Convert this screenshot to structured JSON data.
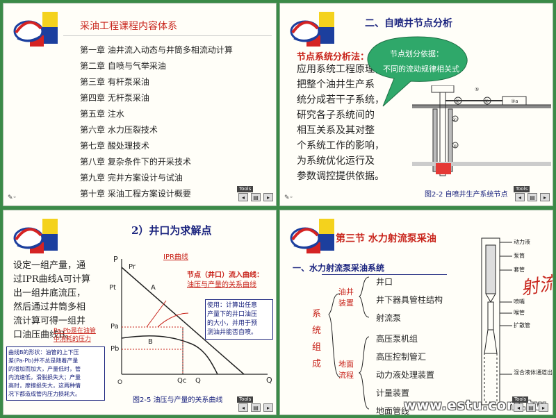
{
  "slide1": {
    "title": "采油工程课程内容体系",
    "chapters": [
      "第一章  油井流入动态与井筒多相流动计算",
      "第二章  自喷与气举采油",
      "第三章  有杆泵采油",
      "第四章  无杆泵采油",
      "第五章  注水",
      "第六章  水力压裂技术",
      "第七章  酸处理技术",
      "第八章  复杂条件下的开采技术",
      "第九章  完井方案设计与试油",
      "第十章  采油工程方案设计概要"
    ]
  },
  "slide2": {
    "title": "二、自喷井节点分析",
    "subtitle": "节点系统分析法：",
    "body": [
      "应用系统工程原理，",
      "把整个油井生产系",
      "统分成若干子系统，",
      "研究各子系统间的",
      "相互关系及其对整",
      "个系统工作的影响，",
      "为系统优化运行及",
      "参数调控提供依据。"
    ],
    "bubble_line1": "节点划分依据：",
    "bubble_line2": "不同的流动规律相关式",
    "figure_caption": "图2-2   自喷井生产系统节点",
    "labels": [
      "①",
      "②",
      "③",
      "④",
      "⑤",
      "⑥",
      "③a"
    ]
  },
  "slide3": {
    "title": "2）井口为求解点",
    "body": [
      "设定一组产量，通",
      "过IPR曲线A可计算",
      "出一组井底流压，",
      "然后通过井筒多相",
      "流计算可得一组井",
      "口油压曲线B。"
    ],
    "ipr_label": "IPR曲线",
    "node_label_line1": "节点（井口）流入曲线：",
    "node_label_line2": "油压与产量的关系曲线",
    "usage_note": [
      "使用：计算出任意",
      "产量下的井口油压",
      "的大小，并用于预",
      "测油井能否自喷。"
    ],
    "pa_pb_note": [
      "Pa-Pb是在油管",
      "中消耗的压力"
    ],
    "curve_b_note": [
      "曲线B的形状：油管的上下压",
      "差(Pa-Pb)并不总是随着产量",
      "的增加而加大，产量低时，管",
      "内流速低，滑脱损失大；产量",
      "高时，摩擦损失大，这两种情",
      "况下都造成管内压力损耗大。"
    ],
    "axis_p": "P",
    "axis_q": "Q",
    "axis_o": "O",
    "tick_pr": "Pr",
    "tick_pt": "Pt",
    "tick_pa": "Pa",
    "tick_pb": "Pb",
    "tick_qc": "Qc",
    "tick_q": "Q",
    "curve_a": "A",
    "curve_b": "B",
    "figure_caption": "图2-5   油压与产量的关系曲线"
  },
  "slide4": {
    "title": "第三节  水力射流泵采油",
    "section": "一、水力射流泵采油系统",
    "group_label_1": [
      "油井",
      "装置"
    ],
    "group_label_2": [
      "地面",
      "流程"
    ],
    "system_label": [
      "系",
      "统",
      "组",
      "成"
    ],
    "items_1": [
      "井口",
      "井下器具管柱结构",
      "射流泵"
    ],
    "items_2": [
      "高压泵机组",
      "高压控制管汇",
      "动力液处理装置",
      "计量装置",
      "地面管线"
    ],
    "diagram_labels": [
      "动力液",
      "泵筒",
      "套管",
      "喷嘴",
      "喉管",
      "扩散管",
      "混合液体通道出口"
    ],
    "handwritten": "射流",
    "watermark": "www.estu.com.tw"
  },
  "tools_label": "Tools",
  "colors": {
    "background": "#3b8a48",
    "accent_red": "#c8241b",
    "bubble": "#2fa86a"
  }
}
